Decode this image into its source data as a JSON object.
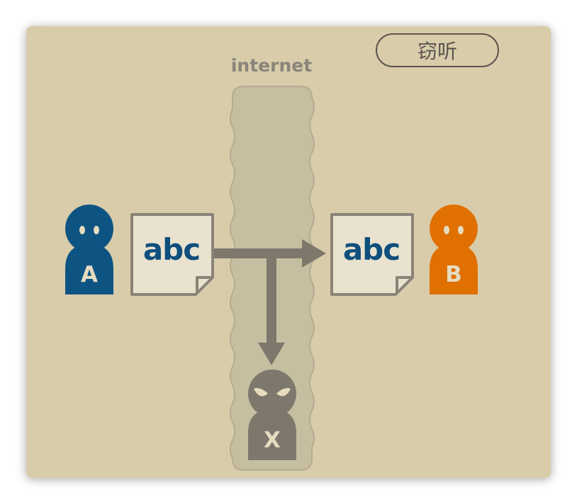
{
  "badge": {
    "label": "窃听"
  },
  "network": {
    "label": "internet"
  },
  "sender": {
    "letter": "A",
    "color": "#0e5483",
    "document": "abc"
  },
  "receiver": {
    "letter": "B",
    "color": "#e07000",
    "document": "abc"
  },
  "eavesdropper": {
    "letter": "X",
    "color": "#7e776c"
  },
  "colors": {
    "background": "#d9ccaa",
    "network_band": "#c6bea0",
    "arrow": "#7e776c",
    "document_border": "#8a8478",
    "document_text": "#0e4f7d"
  },
  "icons": [
    "person-icon",
    "document-icon",
    "arrow-icon",
    "spy-icon"
  ]
}
